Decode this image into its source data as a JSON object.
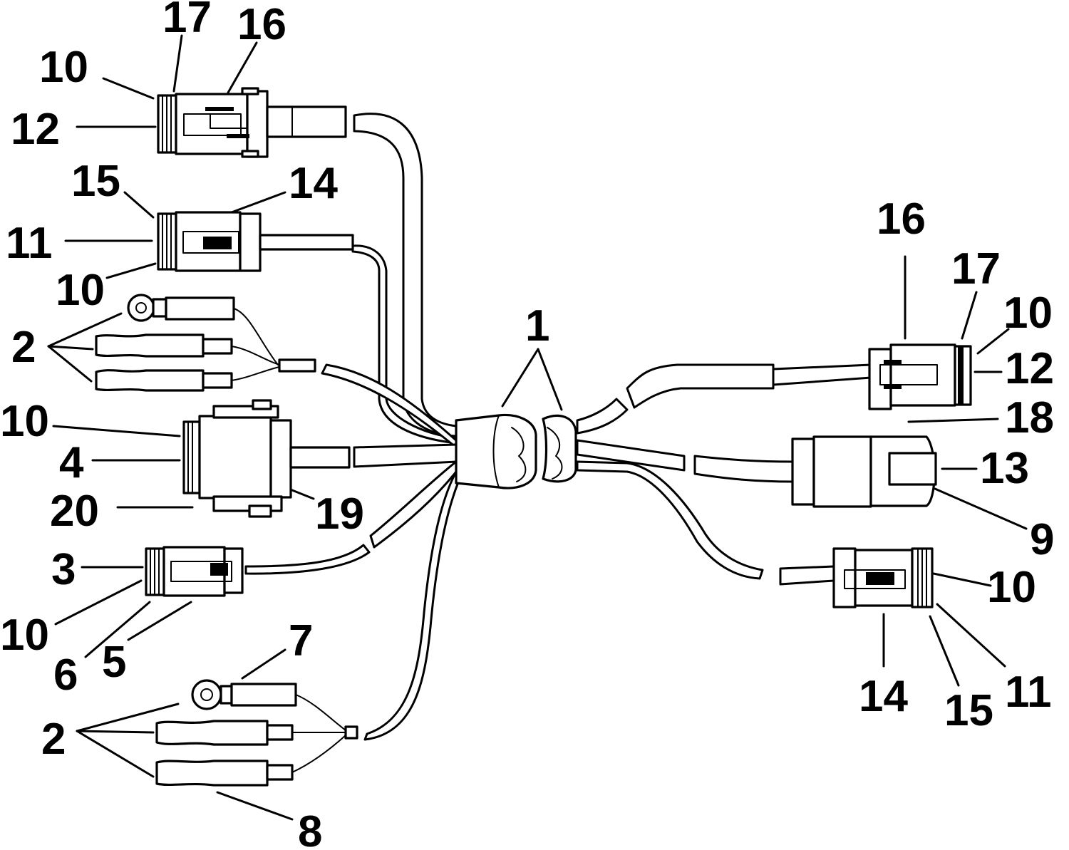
{
  "callouts": {
    "c_1": "1",
    "c_2a": "2",
    "c_2b": "2",
    "c_3": "3",
    "c_4": "4",
    "c_5": "5",
    "c_6": "6",
    "c_7": "7",
    "c_8": "8",
    "c_9": "9",
    "c_10a": "10",
    "c_10b": "10",
    "c_10c": "10",
    "c_10d": "10",
    "c_10e": "10",
    "c_10f": "10",
    "c_11a": "11",
    "c_11b": "11",
    "c_12a": "12",
    "c_12b": "12",
    "c_13": "13",
    "c_14a": "14",
    "c_14b": "14",
    "c_15a": "15",
    "c_15b": "15",
    "c_16a": "16",
    "c_16b": "16",
    "c_17a": "17",
    "c_17b": "17",
    "c_18": "18",
    "c_19": "19",
    "c_20": "20"
  }
}
